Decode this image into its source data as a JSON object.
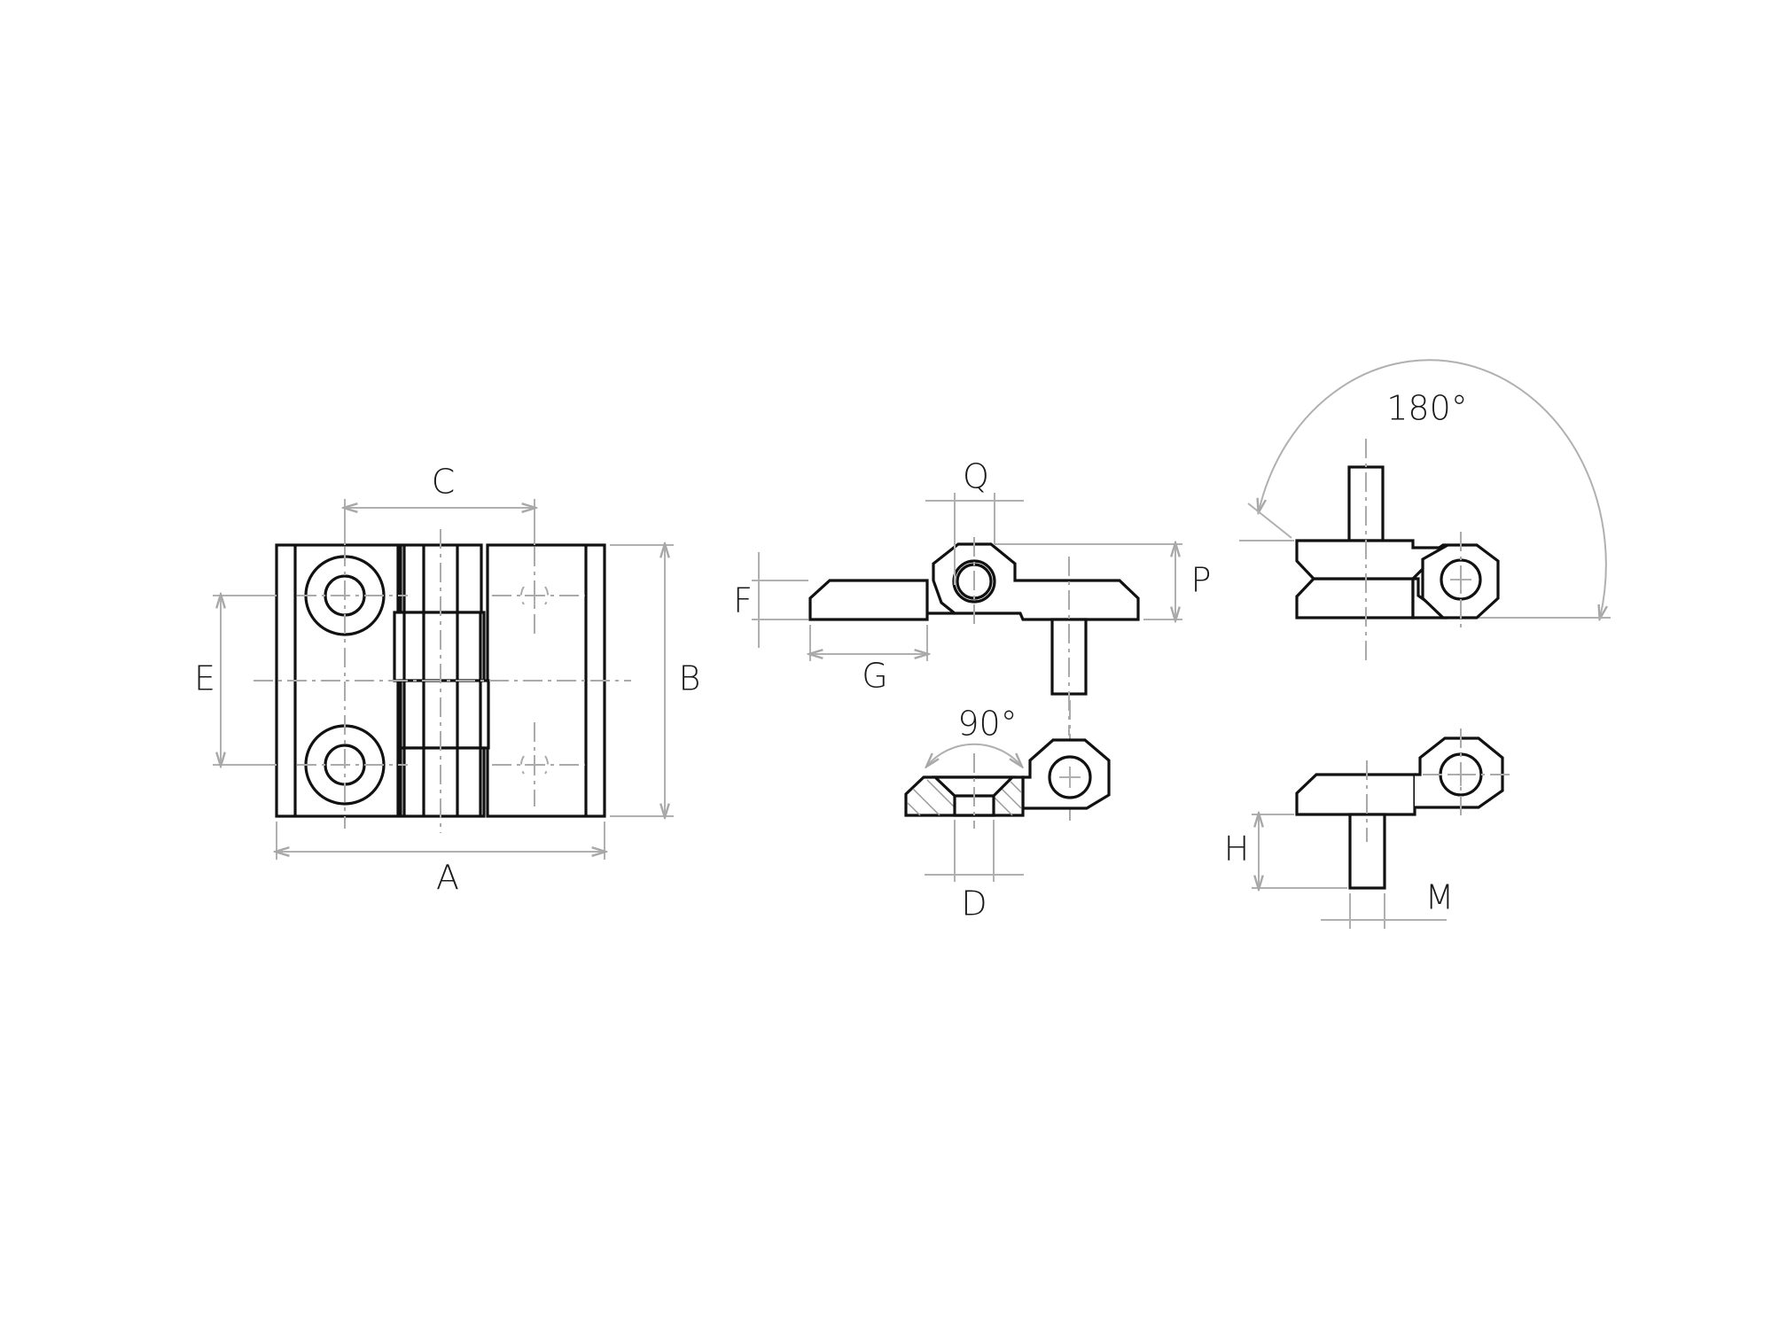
{
  "drawing": {
    "title": "Hinge technical drawing",
    "views": [
      {
        "name": "front-view",
        "labels": [
          "A",
          "B",
          "C",
          "E"
        ]
      },
      {
        "name": "side-view-closed",
        "labels": [
          "F",
          "G",
          "Q",
          "P"
        ]
      },
      {
        "name": "section-countersink",
        "labels": [
          "90°",
          "D"
        ]
      },
      {
        "name": "side-view-open-180",
        "labels": [
          "180°"
        ]
      },
      {
        "name": "side-view-pin",
        "labels": [
          "H",
          "M"
        ]
      }
    ]
  },
  "labels": {
    "A": "A",
    "B": "B",
    "C": "C",
    "D": "D",
    "E": "E",
    "F": "F",
    "G": "G",
    "H": "H",
    "M": "M",
    "P": "P",
    "Q": "Q",
    "angle_90": "90°",
    "angle_180": "180°"
  },
  "colors": {
    "outline": "#111111",
    "dimension": "#b0b0b0",
    "centerline": "#aaaaaa",
    "background": "#ffffff"
  }
}
